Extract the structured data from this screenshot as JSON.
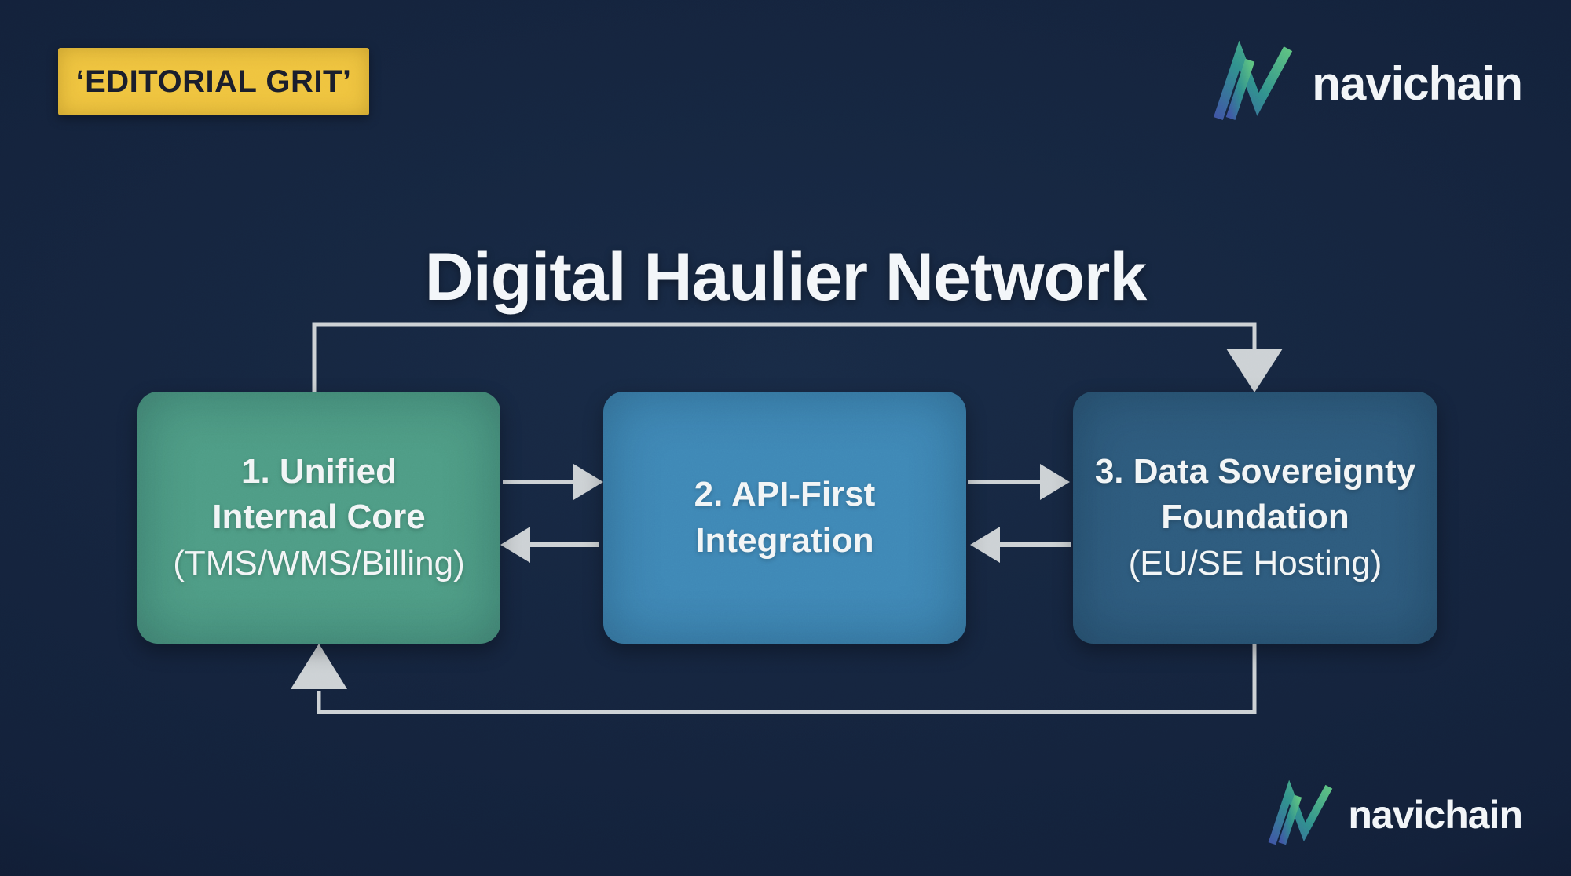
{
  "page": {
    "bg": "#13213A"
  },
  "badge": {
    "label": "‘EDITORIAL GRIT’",
    "bg": "#EFC33E",
    "fg": "#191D2B"
  },
  "header": {
    "title": "Digital Haulier Network"
  },
  "brand": {
    "wordmark": "navichain",
    "gradient": [
      "#3E55A4",
      "#2F8F8C",
      "#5CC180"
    ]
  },
  "nodes": [
    {
      "line1": "1. Unified",
      "line2": "Internal Core",
      "subtitle": "(TMS/WMS/Billing)",
      "color": "#4D9B84"
    },
    {
      "line1": "2. API-First",
      "line2": "Integration",
      "subtitle": "",
      "color": "#3E86B5"
    },
    {
      "line1": "3. Data Sovereignty",
      "line2": "Foundation",
      "subtitle": "(EU/SE Hosting)",
      "color": "#2D5A7C"
    }
  ],
  "connectors": {
    "color": "#CCD1D4"
  }
}
